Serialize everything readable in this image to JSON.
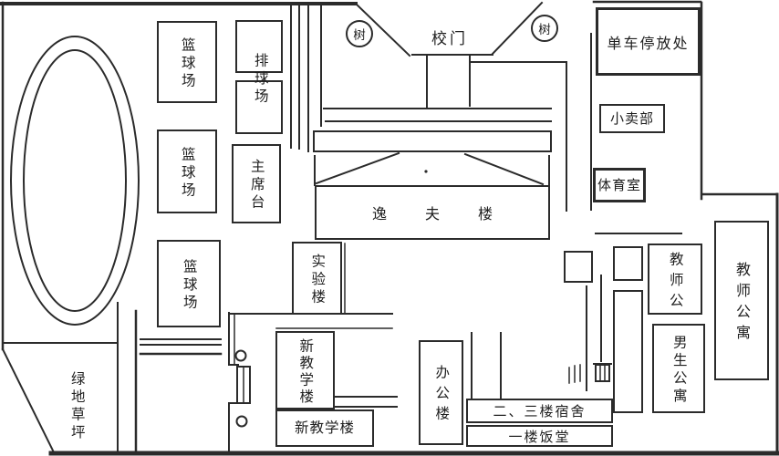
{
  "colors": {
    "line": "#2b2b2b",
    "text": "#1f1f1f",
    "background": "#ffffff"
  },
  "places": {
    "lawn": {
      "label": "绿地草坪"
    },
    "basketball_court_1": {
      "label": "篮球场"
    },
    "basketball_court_2": {
      "label": "篮球场"
    },
    "basketball_court_3": {
      "label": "篮球场"
    },
    "volleyball_court": {
      "label": "排球场"
    },
    "rostrum": {
      "label": "主席台"
    },
    "school_gate": {
      "label": "校门"
    },
    "tree_left": {
      "label": "树"
    },
    "tree_right": {
      "label": "树"
    },
    "bicycle_parking": {
      "label": "单车停放处"
    },
    "shop": {
      "label": "小卖部"
    },
    "sports_room": {
      "label": "体育室"
    },
    "yifu_building": {
      "label": "逸夫楼"
    },
    "laboratory_building": {
      "label": "实验楼"
    },
    "new_teaching_building_vertical": {
      "label": "新教学楼"
    },
    "new_teaching_building_horizontal": {
      "label": "新教学楼"
    },
    "office_building": {
      "label": "办公楼"
    },
    "teachers_block": {
      "label": "教师公"
    },
    "teachers_apartment": {
      "label": "教师公寓"
    },
    "boys_apartment": {
      "label": "男生公寓"
    },
    "dormitory_floors_2_3": {
      "label": "二、三楼宿舍"
    },
    "canteen_floor_1": {
      "label": "一楼饭堂"
    }
  }
}
